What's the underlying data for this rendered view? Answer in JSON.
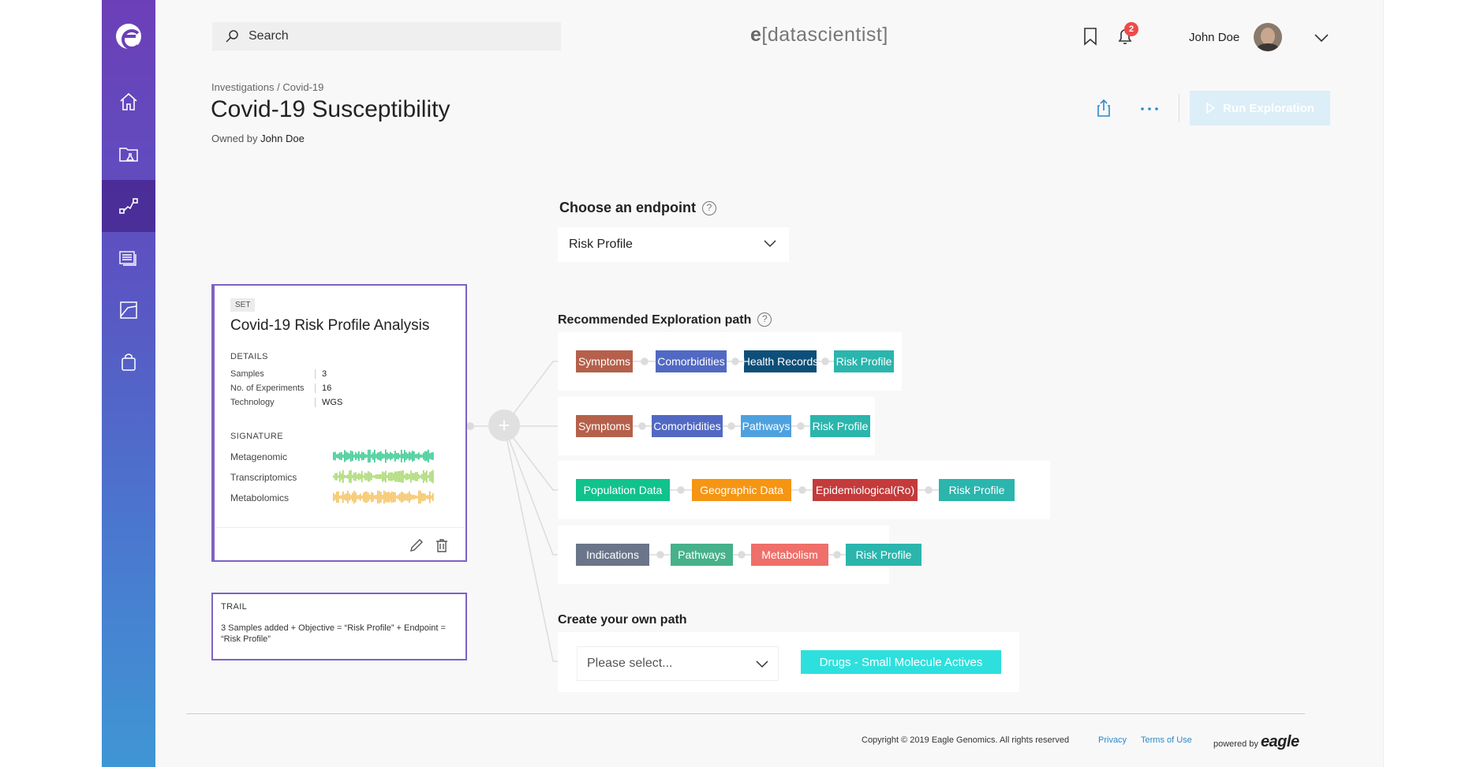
{
  "search": {
    "placeholder": "Search"
  },
  "brand": {
    "prefix": "e",
    "name_open": "[data",
    "name_bold": "scientist",
    "name_close": "]"
  },
  "header": {
    "notification_count": "2",
    "username": "John Doe",
    "breadcrumb": "Investigations / Covid-19",
    "title": "Covid-19 Susceptibility",
    "owned_prefix": "Owned by",
    "owner": "John Doe",
    "run_label": "Run Exploration"
  },
  "set_card": {
    "tag": "SET",
    "title": "Covid-19 Risk Profile Analysis",
    "details_label": "DETAILS",
    "details": [
      {
        "k": "Samples",
        "v": "3"
      },
      {
        "k": "No. of Experiments",
        "v": "16"
      },
      {
        "k": "Technology",
        "v": "WGS"
      }
    ],
    "signature_label": "SIGNATURE",
    "signatures": [
      "Metagenomic",
      "Transcriptomics",
      "Metabolomics"
    ]
  },
  "trail": {
    "label": "TRAIL",
    "text": "3 Samples added + Objective = “Risk Profile” + Endpoint = “Risk Profile”"
  },
  "endpoint": {
    "heading": "Choose an endpoint",
    "selected": "Risk Profile"
  },
  "recommended": {
    "heading": "Recommended Exploration path",
    "paths": [
      [
        "Symptoms",
        "Comorbidities",
        "Health Records",
        "Risk Profile"
      ],
      [
        "Symptoms",
        "Comorbidities",
        "Pathways",
        "Risk Profile"
      ],
      [
        "Population Data",
        "Geographic Data",
        "Epidemiological(Ro)",
        "Risk Profile"
      ],
      [
        "Indications",
        "Pathways",
        "Metabolism",
        "Risk Profile"
      ]
    ]
  },
  "own_path": {
    "heading": "Create your own path",
    "placeholder": "Please select...",
    "chip": "Drugs - Small Molecule Actives"
  },
  "colors": {
    "symptoms": "#b5604b",
    "comorbidities": "#5269c3",
    "health_records": "#0e4f79",
    "risk_profile": "#2bb5ad",
    "pathways": "#4fa1de",
    "population": "#11c28d",
    "geographic": "#f59513",
    "epidemiological": "#c33b3b",
    "indications": "#6a7589",
    "pathways_green": "#46b18a",
    "metabolism": "#ef6f6a",
    "drug": "#2ee0dd",
    "accent": "#7d62c4"
  },
  "footer": {
    "copyright": "Copyright © 2019 Eagle Genomics. All rights reserved",
    "privacy": "Privacy",
    "terms": "Terms of Use",
    "powered": "powered by",
    "powered_brand": "eagle"
  }
}
